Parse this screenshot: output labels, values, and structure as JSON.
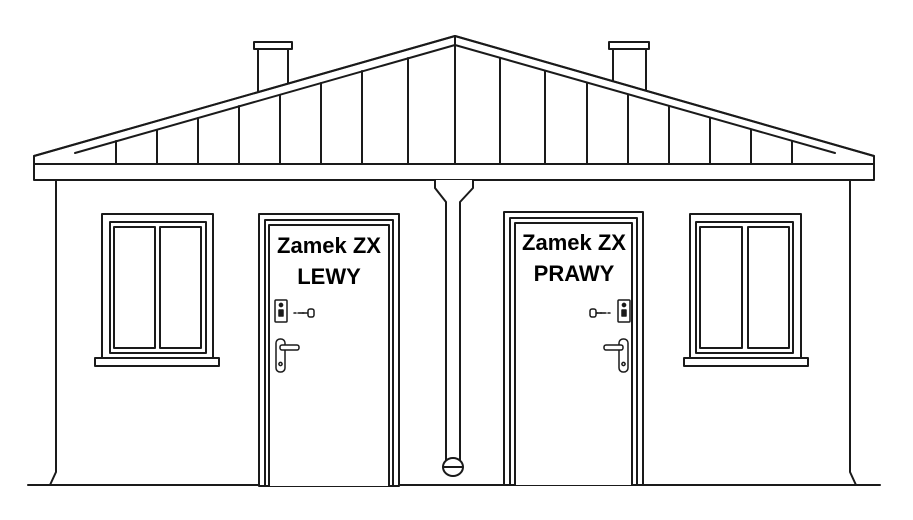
{
  "colors": {
    "line": "#1a1a1a",
    "background": "#ffffff"
  },
  "doors": {
    "left": {
      "line1": "Zamek ZX",
      "line2": "LEWY"
    },
    "right": {
      "line1": "Zamek ZX",
      "line2": "PRAWY"
    }
  }
}
